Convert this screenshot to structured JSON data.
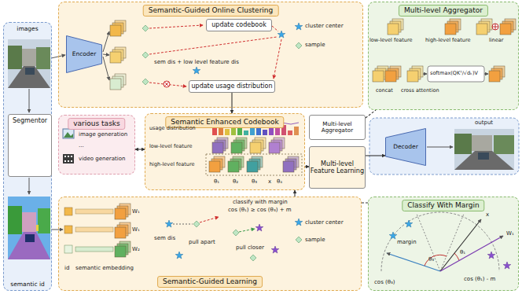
{
  "diagram": {
    "nodes": [
      {
        "text": [
          "images",
          "semantic id"
        ]
      },
      {
        "text": [
          "Segmentor"
        ],
        "in": 0
      },
      {
        "text": [
          "Semantic-Guided Online Clustering"
        ]
      },
      {
        "text": [
          "Encoder"
        ],
        "in": 2
      },
      {
        "text": [
          "update codebook"
        ],
        "in": 2
      },
      {
        "text": [
          "update usage distribution"
        ],
        "in": 2
      },
      {
        "text": [
          "Multi-level Aggregator"
        ]
      },
      {
        "text": [
          "various tasks"
        ]
      },
      {
        "text": [
          "Semantic Enhanced Codebook"
        ]
      },
      {
        "text": [
          "Multi-level Aggregator"
        ]
      },
      {
        "text": [
          "Multi-level Feature Learning"
        ]
      },
      {
        "text": [
          "Decoder"
        ]
      },
      {
        "text": [
          "Semantic-Guided Learning"
        ]
      },
      {
        "text": [
          "Classify With Margin"
        ]
      }
    ],
    "edges": [
      {
        "from": 5,
        "to": 8,
        "arrow": "to"
      },
      {
        "from": 7,
        "to": 8,
        "arrow": "both"
      },
      {
        "from": 8,
        "to": 10,
        "arrow": "to"
      },
      {
        "from": 10,
        "to": 11,
        "arrow": "to"
      },
      {
        "from": 9,
        "to": 6,
        "arrow": "none"
      },
      {
        "from": 12,
        "to": 13,
        "arrow": "none"
      },
      {
        "from": 12,
        "to": 8,
        "arrow": "to"
      }
    ],
    "labels": [
      "cluster center",
      "sample",
      "sem dis + low level feature dis",
      "low-level feature",
      "high-level feature",
      "linear",
      "concat",
      "cross attention",
      "softmax(QKᵀ/√dₖ)V",
      "image generation",
      "...",
      "video generation",
      "usage distribution",
      "low-level feature",
      "high-level feature",
      "θ₁",
      "θ₂",
      "θ₃",
      "x",
      "θ₄",
      "output",
      "classify with margin",
      "cos (θ₁) ≥ cos (θ₃) + m",
      "W₁",
      "W₁",
      "W₂",
      "sem dis",
      "pull apart",
      "pull closer",
      "cluster center",
      "sample",
      "id",
      "semantic embedding",
      "x",
      "W₁",
      "margin",
      "θ₁",
      "θ₃",
      "cos (θ₃)",
      "cos (θ₁) - m"
    ]
  }
}
